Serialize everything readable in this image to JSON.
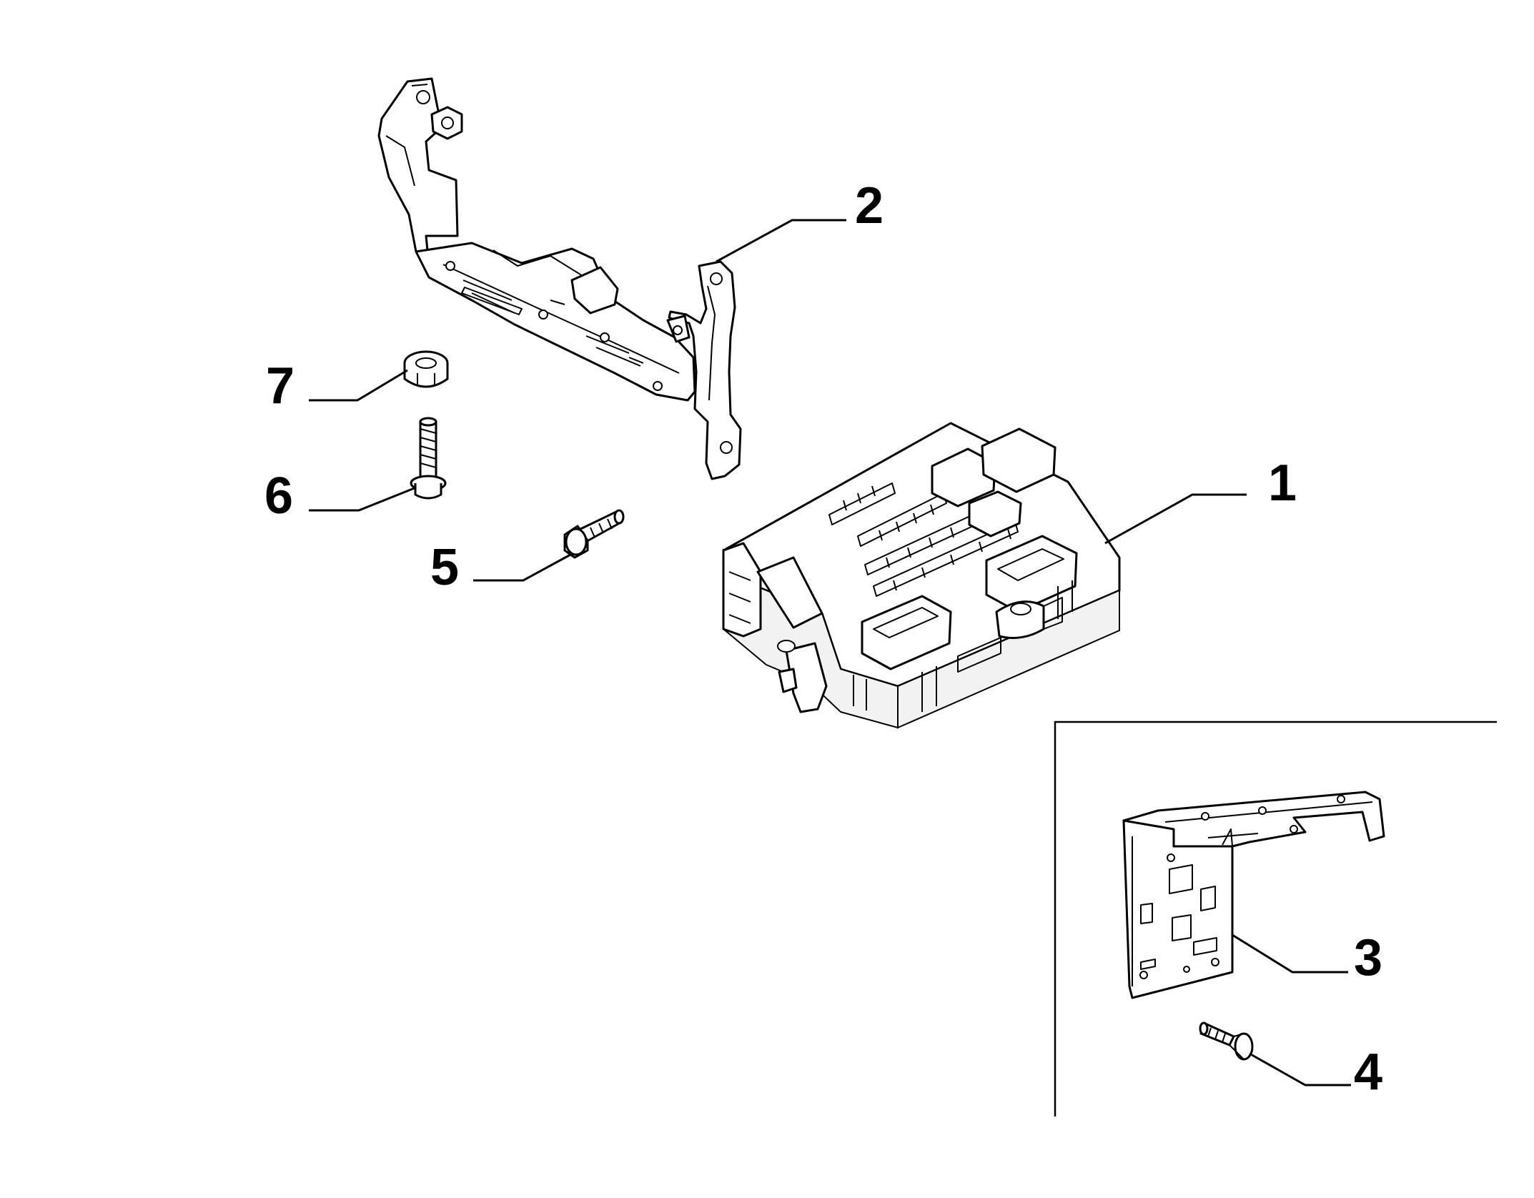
{
  "callouts": [
    {
      "id": "1",
      "label": "1",
      "part": "body-control-unit"
    },
    {
      "id": "2",
      "label": "2",
      "part": "mounting-bracket"
    },
    {
      "id": "3",
      "label": "3",
      "part": "support-plate"
    },
    {
      "id": "4",
      "label": "4",
      "part": "screw"
    },
    {
      "id": "5",
      "label": "5",
      "part": "bolt"
    },
    {
      "id": "6",
      "label": "6",
      "part": "flange-bolt"
    },
    {
      "id": "7",
      "label": "7",
      "part": "nut"
    }
  ]
}
